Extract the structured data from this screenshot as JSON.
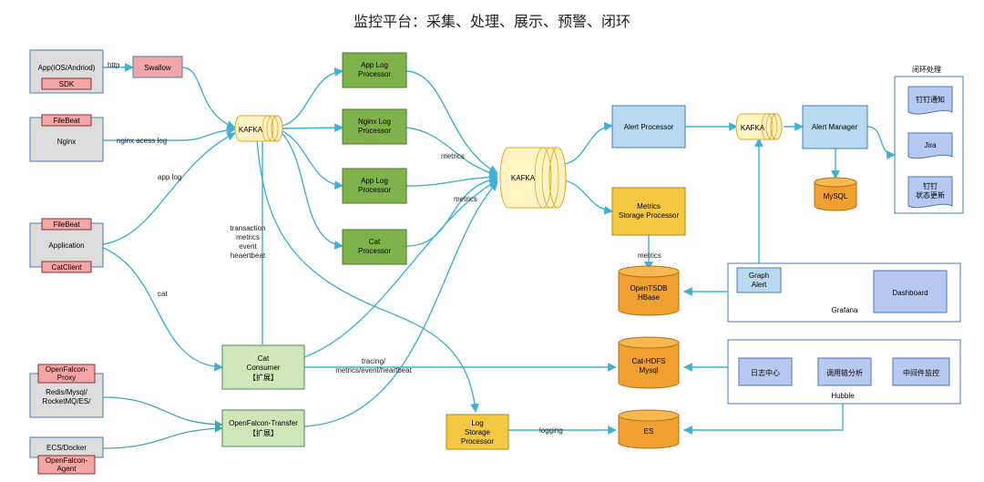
{
  "title": "监控平台：采集、处理、展示、预警、闭环",
  "sources": {
    "app": {
      "label": "App(iOS/Andriod)",
      "sdk": "SDK"
    },
    "swallow": "Swallow",
    "nginx": {
      "label": "Nginx",
      "filebeat": "FileBeat"
    },
    "application": {
      "label": "Application",
      "filebeat": "FileBeat",
      "catclient": "CatClient"
    },
    "redis": {
      "proxy": "OpenFalcon-Proxy",
      "label_line1": "Redis/Mysql/",
      "label_line2": "RocketMQ/ES/"
    },
    "ecs": {
      "label": "ECS/Docker",
      "agent": "OpenFalcon-Agent"
    }
  },
  "edge_labels": {
    "http": "http",
    "nginx_log": "nginx acess log",
    "app_log": "app log",
    "cat": "cat",
    "transaction": [
      "transaction",
      "metrics",
      "event",
      "heaertbeat"
    ],
    "metrics1": "metrics",
    "metrics2": "metrics",
    "metrics3": "metrics",
    "tracing": [
      "tracing/",
      "metrics/event/heartbeat"
    ],
    "logging": "logging"
  },
  "kafka": {
    "k1": "KAFKA",
    "k2": "KAFKA",
    "k3": "KAFKA"
  },
  "processors": {
    "app_log_1": [
      "App Log",
      "Processor"
    ],
    "nginx_log": [
      "Nginx Log",
      "Processor"
    ],
    "app_log_2": [
      "App Log",
      "Processor"
    ],
    "cat": [
      "Cat",
      "Processor"
    ]
  },
  "cat_consumer": [
    "Cat",
    "Consumer",
    "【扩展】"
  ],
  "openfalcon_transfer": [
    "OpenFalcon-Transfer",
    "【扩展】"
  ],
  "log_storage": [
    "Log",
    "Storage",
    "Processor"
  ],
  "alert_processor": "Alert Processor",
  "metrics_storage": [
    "Metrics",
    "Storage Processor"
  ],
  "alert_manager": "Alert Manager",
  "mysql": "MySQL",
  "opentsdb": [
    "OpenTSDB",
    "HBase"
  ],
  "cat_hdfs": [
    "Cat-HDFS",
    "Mysql"
  ],
  "es": "ES",
  "grafana": {
    "label": "Grafana",
    "graph_alert": [
      "Graph",
      "Alert"
    ],
    "dashboard": "Dashboard"
  },
  "hubble": {
    "label": "Hubble",
    "items": [
      "日志中心",
      "调用链分析",
      "中间件监控"
    ]
  },
  "closed_loop": {
    "title": "闭环处理",
    "items": [
      [
        "钉钉通知"
      ],
      [
        "Jira"
      ],
      [
        "钉钉",
        "状态更新"
      ]
    ]
  },
  "colors": {
    "gray_box": "#dcdcdc",
    "pink": "#f4a6a6",
    "green": "#7fb24a",
    "light_green": "#cfe6b8",
    "yellow": "#f5c842",
    "orange": "#f0a030",
    "blue_box": "#b9d9f0",
    "lavender": "#b7c9f0",
    "arrow": "#3fb0d8",
    "kafka_fill": "#fff3c4"
  }
}
